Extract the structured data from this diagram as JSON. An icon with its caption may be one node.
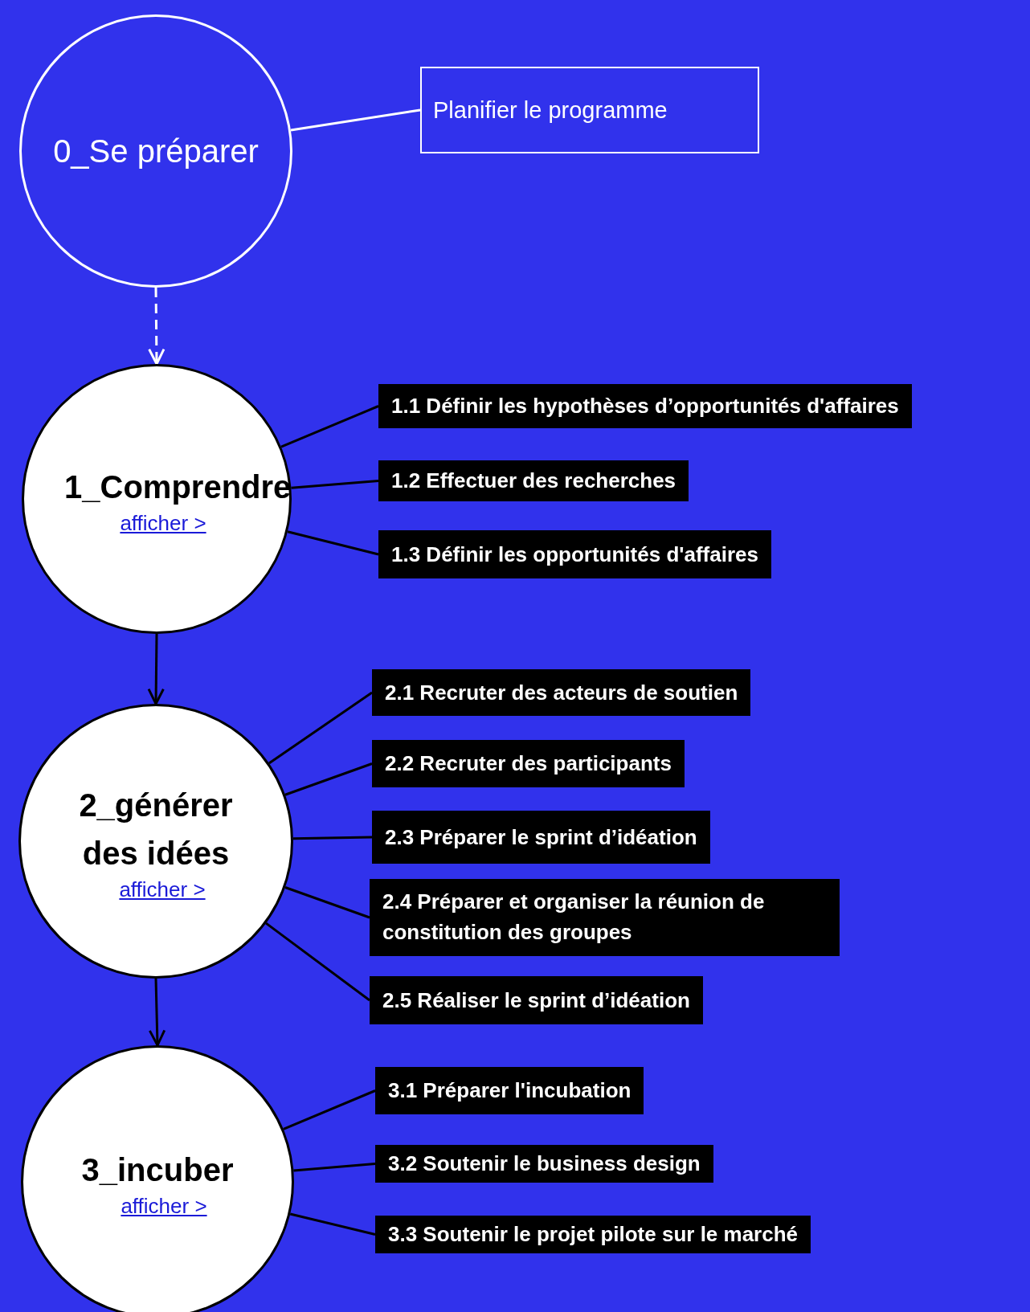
{
  "diagram": {
    "nodes": [
      {
        "text": [
          "0_Se préparer"
        ]
      },
      {
        "text": [
          "Planifier le programme"
        ]
      },
      {
        "text": [
          "1_Comprendre",
          "afficher >"
        ]
      },
      {
        "text": [
          "1.1 Définir les hypothèses d’opportunités d'affaires"
        ]
      },
      {
        "text": [
          "1.2 Effectuer des recherches"
        ]
      },
      {
        "text": [
          "1.3 Définir les opportunités d'affaires"
        ]
      },
      {
        "text": [
          "2_générer des idées",
          "afficher >"
        ]
      },
      {
        "text": [
          "2.1 Recruter des acteurs de soutien"
        ]
      },
      {
        "text": [
          "2.2 Recruter des participants"
        ]
      },
      {
        "text": [
          "2.3 Préparer le sprint d’idéation"
        ]
      },
      {
        "text": [
          "2.4 Préparer et organiser la réunion de constitution des groupes"
        ]
      },
      {
        "text": [
          "2.5 Réaliser le sprint d’idéation"
        ]
      },
      {
        "text": [
          "3_incuber",
          "afficher >"
        ]
      },
      {
        "text": [
          "3.1 Préparer l'incubation"
        ]
      },
      {
        "text": [
          "3.2 Soutenir le business design"
        ]
      },
      {
        "text": [
          "3.3 Soutenir le projet pilote sur le marché"
        ]
      }
    ],
    "edges": [
      {
        "from": 0,
        "to": 1,
        "arrow": "none",
        "color": "#ffffff"
      },
      {
        "from": 0,
        "to": 2,
        "arrow": "to",
        "style": "dashed",
        "color": "#ffffff"
      },
      {
        "from": 2,
        "to": 3,
        "arrow": "none"
      },
      {
        "from": 2,
        "to": 4,
        "arrow": "none"
      },
      {
        "from": 2,
        "to": 5,
        "arrow": "none"
      },
      {
        "from": 2,
        "to": 6,
        "arrow": "to"
      },
      {
        "from": 6,
        "to": 7,
        "arrow": "none"
      },
      {
        "from": 6,
        "to": 8,
        "arrow": "none"
      },
      {
        "from": 6,
        "to": 9,
        "arrow": "none"
      },
      {
        "from": 6,
        "to": 10,
        "arrow": "none"
      },
      {
        "from": 6,
        "to": 11,
        "arrow": "none"
      },
      {
        "from": 6,
        "to": 12,
        "arrow": "to"
      },
      {
        "from": 12,
        "to": 13,
        "arrow": "none"
      },
      {
        "from": 12,
        "to": 14,
        "arrow": "none"
      },
      {
        "from": 12,
        "to": 15,
        "arrow": "none"
      }
    ]
  }
}
